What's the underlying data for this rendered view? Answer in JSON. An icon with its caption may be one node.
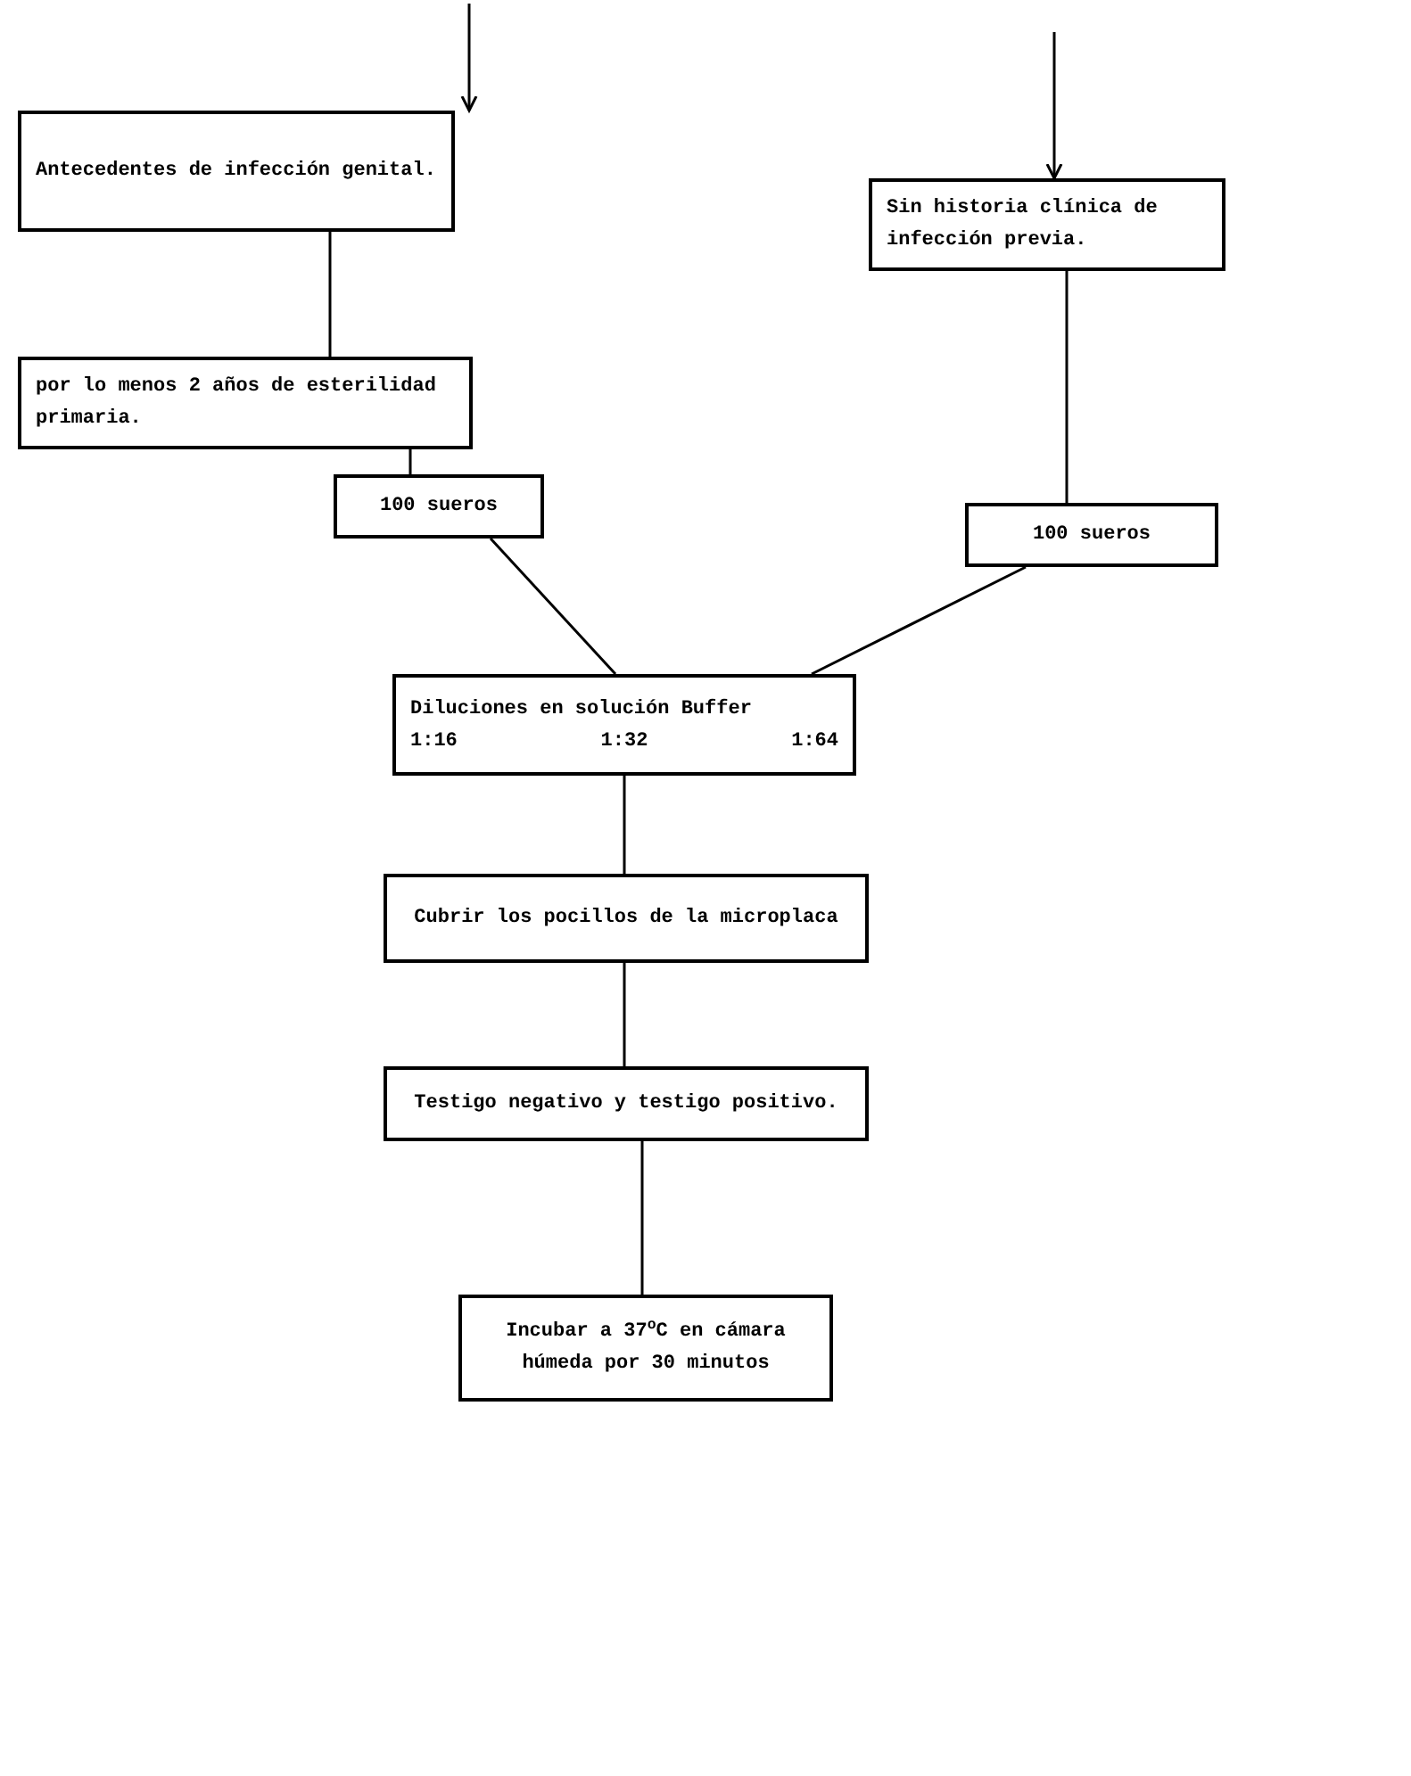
{
  "diagram": {
    "nodes": [
      {
        "text": [
          "Antecedentes de infección genital."
        ]
      },
      {
        "text": [
          "Sin historia clínica de infección previa."
        ]
      },
      {
        "text": [
          "por lo menos 2 años de esterilidad primaria."
        ]
      },
      {
        "text": [
          "100 sueros"
        ]
      },
      {
        "text": [
          "100 sueros"
        ]
      },
      {
        "text": [
          "Diluciones en solución Buffer",
          "1:16",
          "1:32",
          "1:64"
        ]
      },
      {
        "text": [
          "Cubrir los pocillos de la microplaca"
        ]
      },
      {
        "text": [
          "Testigo negativo y testigo positivo."
        ]
      },
      {
        "text": [
          "Incubar a 37$^{o}$C en cámara húmeda por 30 minutos"
        ]
      }
    ],
    "edges": [
      {
        "from": null,
        "to": 0,
        "arrow": "to"
      },
      {
        "from": null,
        "to": 1,
        "arrow": "to"
      },
      {
        "from": 0,
        "to": 2,
        "arrow": "none"
      },
      {
        "from": 2,
        "to": 3,
        "arrow": "none"
      },
      {
        "from": 1,
        "to": 4,
        "arrow": "none"
      },
      {
        "from": 3,
        "to": 5,
        "arrow": "none"
      },
      {
        "from": 4,
        "to": 5,
        "arrow": "none"
      },
      {
        "from": 5,
        "to": 6,
        "arrow": "none"
      },
      {
        "from": 6,
        "to": 7,
        "arrow": "none"
      },
      {
        "from": 7,
        "to": 8,
        "arrow": "none"
      }
    ]
  }
}
